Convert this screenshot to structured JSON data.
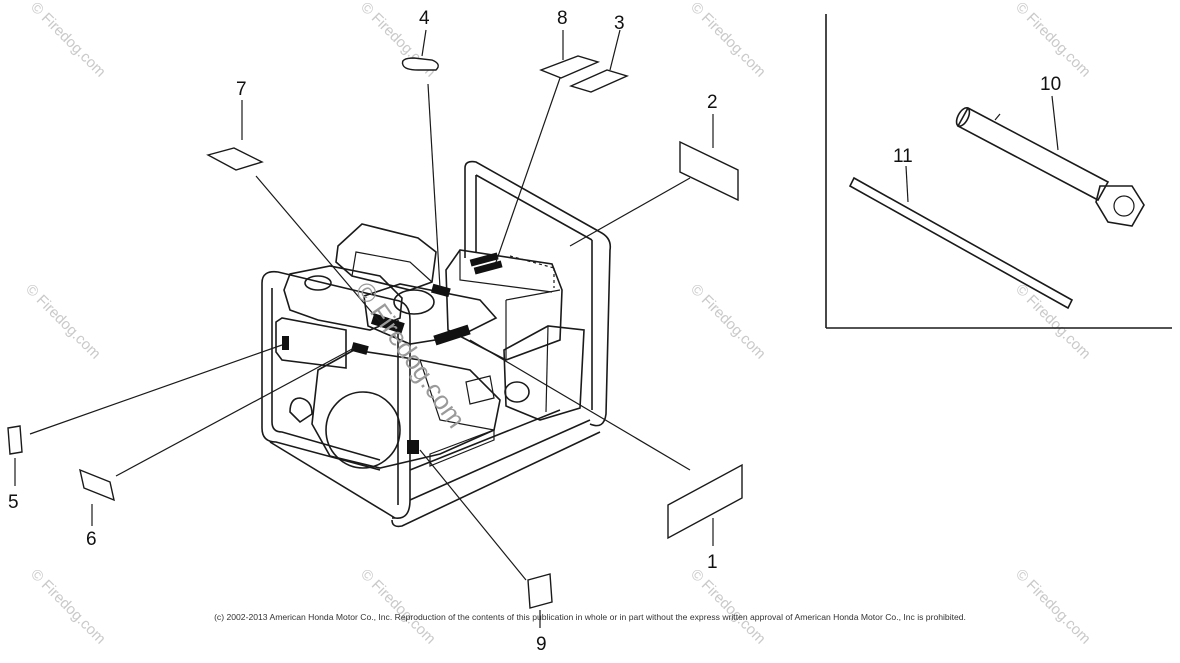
{
  "watermark": {
    "text": "© Firedog.com"
  },
  "callouts": [
    "1",
    "2",
    "3",
    "4",
    "5",
    "6",
    "7",
    "8",
    "9",
    "10",
    "11"
  ],
  "copyright": "(c) 2002-2013 American Honda Motor Co., Inc. Reproduction of the contents of this publication in whole or in part without the express written approval of American Honda Motor Co., Inc is prohibited."
}
